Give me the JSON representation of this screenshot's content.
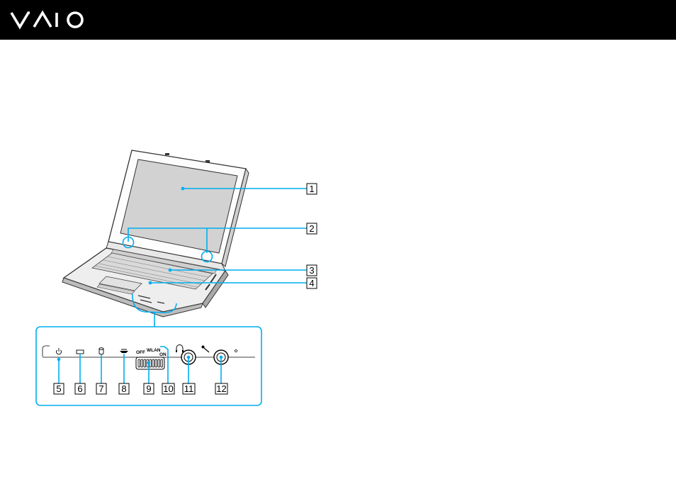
{
  "header": {
    "brand_logo": "VAIO",
    "background_color": "#000000",
    "logo_color": "#ffffff"
  },
  "figure": {
    "leader_color": "#00aeef",
    "callouts": [
      {
        "label": "1"
      },
      {
        "label": "2"
      },
      {
        "label": "3"
      },
      {
        "label": "4"
      },
      {
        "label": "5"
      },
      {
        "label": "6"
      },
      {
        "label": "7"
      },
      {
        "label": "8"
      },
      {
        "label": "9"
      },
      {
        "label": "10"
      },
      {
        "label": "11"
      },
      {
        "label": "12"
      }
    ],
    "detail_panel": {
      "switch_off_label": "OFF",
      "switch_wlan_label": "WLAN",
      "switch_on_label": "ON",
      "icons": [
        "power-icon",
        "battery-icon",
        "hard-disk-icon",
        "memory-stick-icon",
        "wireless-switch-icon",
        "headphones-icon",
        "microphone-icon"
      ]
    }
  }
}
